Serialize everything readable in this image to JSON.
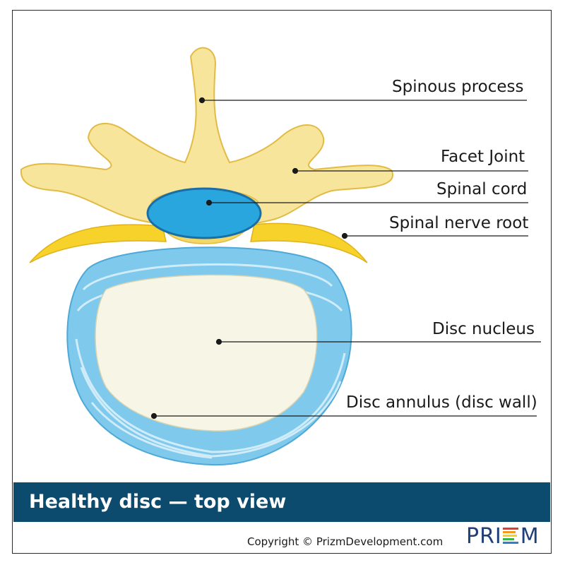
{
  "labels": {
    "spinous_process": "Spinous process",
    "facet_joint": "Facet Joint",
    "spinal_cord": "Spinal cord",
    "spinal_nerve_root": "Spinal nerve root",
    "disc_nucleus": "Disc nucleus",
    "disc_annulus": "Disc annulus (disc wall)"
  },
  "banner": {
    "title": "Healthy disc — top view"
  },
  "footer": {
    "copyright": "Copyright © PrizmDevelopment.com",
    "logo_left": "PRI",
    "logo_right": "M"
  },
  "colors": {
    "bone": "#f7e59b",
    "bone_edge": "#e9c24a",
    "nerve": "#f6d22a",
    "spinal_cord": "#2aa6de",
    "annulus": "#7fc9ec",
    "annulus_stripes": "#d9f0fb",
    "nucleus": "#f7f6e6",
    "banner": "#0c4a6e",
    "logo": "#1f3f7a"
  }
}
